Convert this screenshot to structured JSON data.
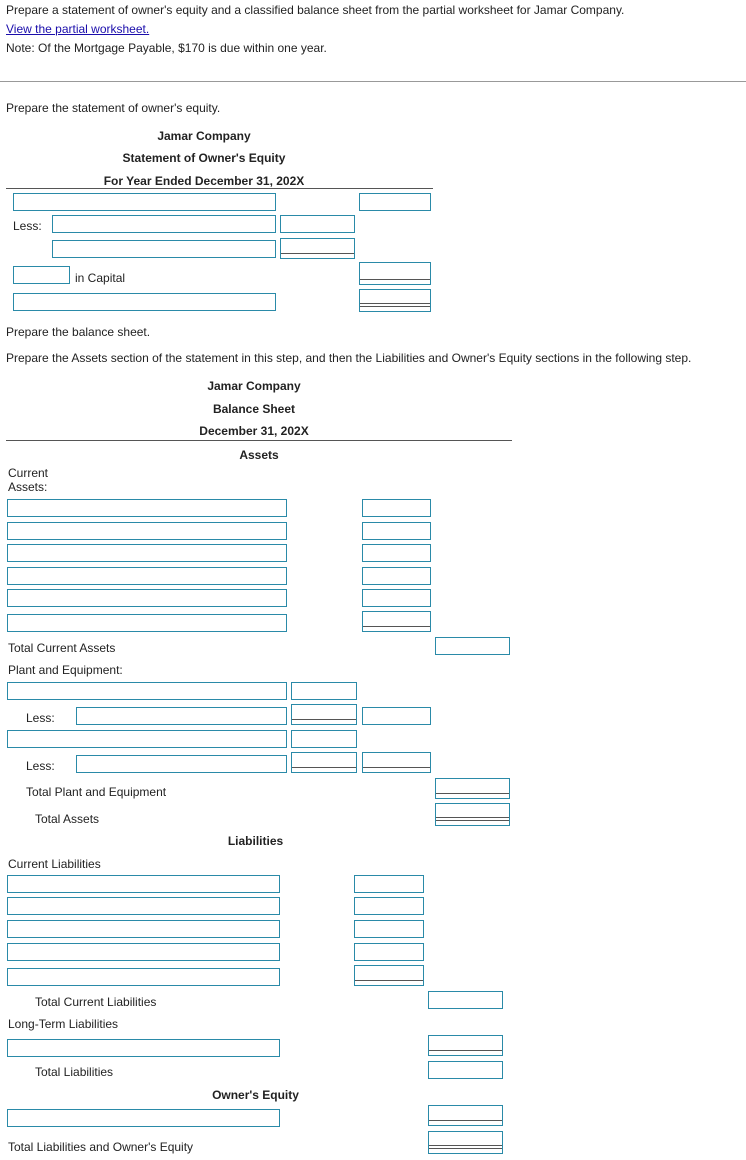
{
  "intro": {
    "instruction": "Prepare a statement of owner's equity and a classified balance sheet from the partial worksheet for Jamar Company.",
    "link": "View the partial worksheet.",
    "note": "Note: Of the Mortgage Payable, $170 is due within one year."
  },
  "soe": {
    "prompt": "Prepare the statement of owner's equity.",
    "company": "Jamar Company",
    "title": "Statement of Owner's Equity",
    "period": "For Year Ended December 31, 202X",
    "less_label": "Less:",
    "in_capital_label": "in Capital"
  },
  "bs": {
    "prompt": "Prepare the balance sheet.",
    "step_note": "Prepare the Assets section of the statement in this step, and then the Liabilities and Owner's Equity sections in the following step.",
    "company": "Jamar Company",
    "title": "Balance Sheet",
    "date": "December 31, 202X",
    "assets_heading": "Assets",
    "current_assets_label_1": "Current",
    "current_assets_label_2": "Assets:",
    "total_current_assets": "Total Current Assets",
    "plant_equipment": "Plant and Equipment:",
    "less_1": "Less:",
    "less_2": "Less:",
    "total_plant_equipment": "Total Plant and Equipment",
    "total_assets": "Total Assets",
    "liabilities_heading": "Liabilities",
    "current_liabilities": "Current Liabilities",
    "total_current_liabilities": "Total Current Liabilities",
    "long_term_liabilities": "Long-Term Liabilities",
    "total_liabilities": "Total Liabilities",
    "owners_equity_heading": "Owner's Equity",
    "total_liab_oe": "Total Liabilities and Owner's Equity"
  }
}
